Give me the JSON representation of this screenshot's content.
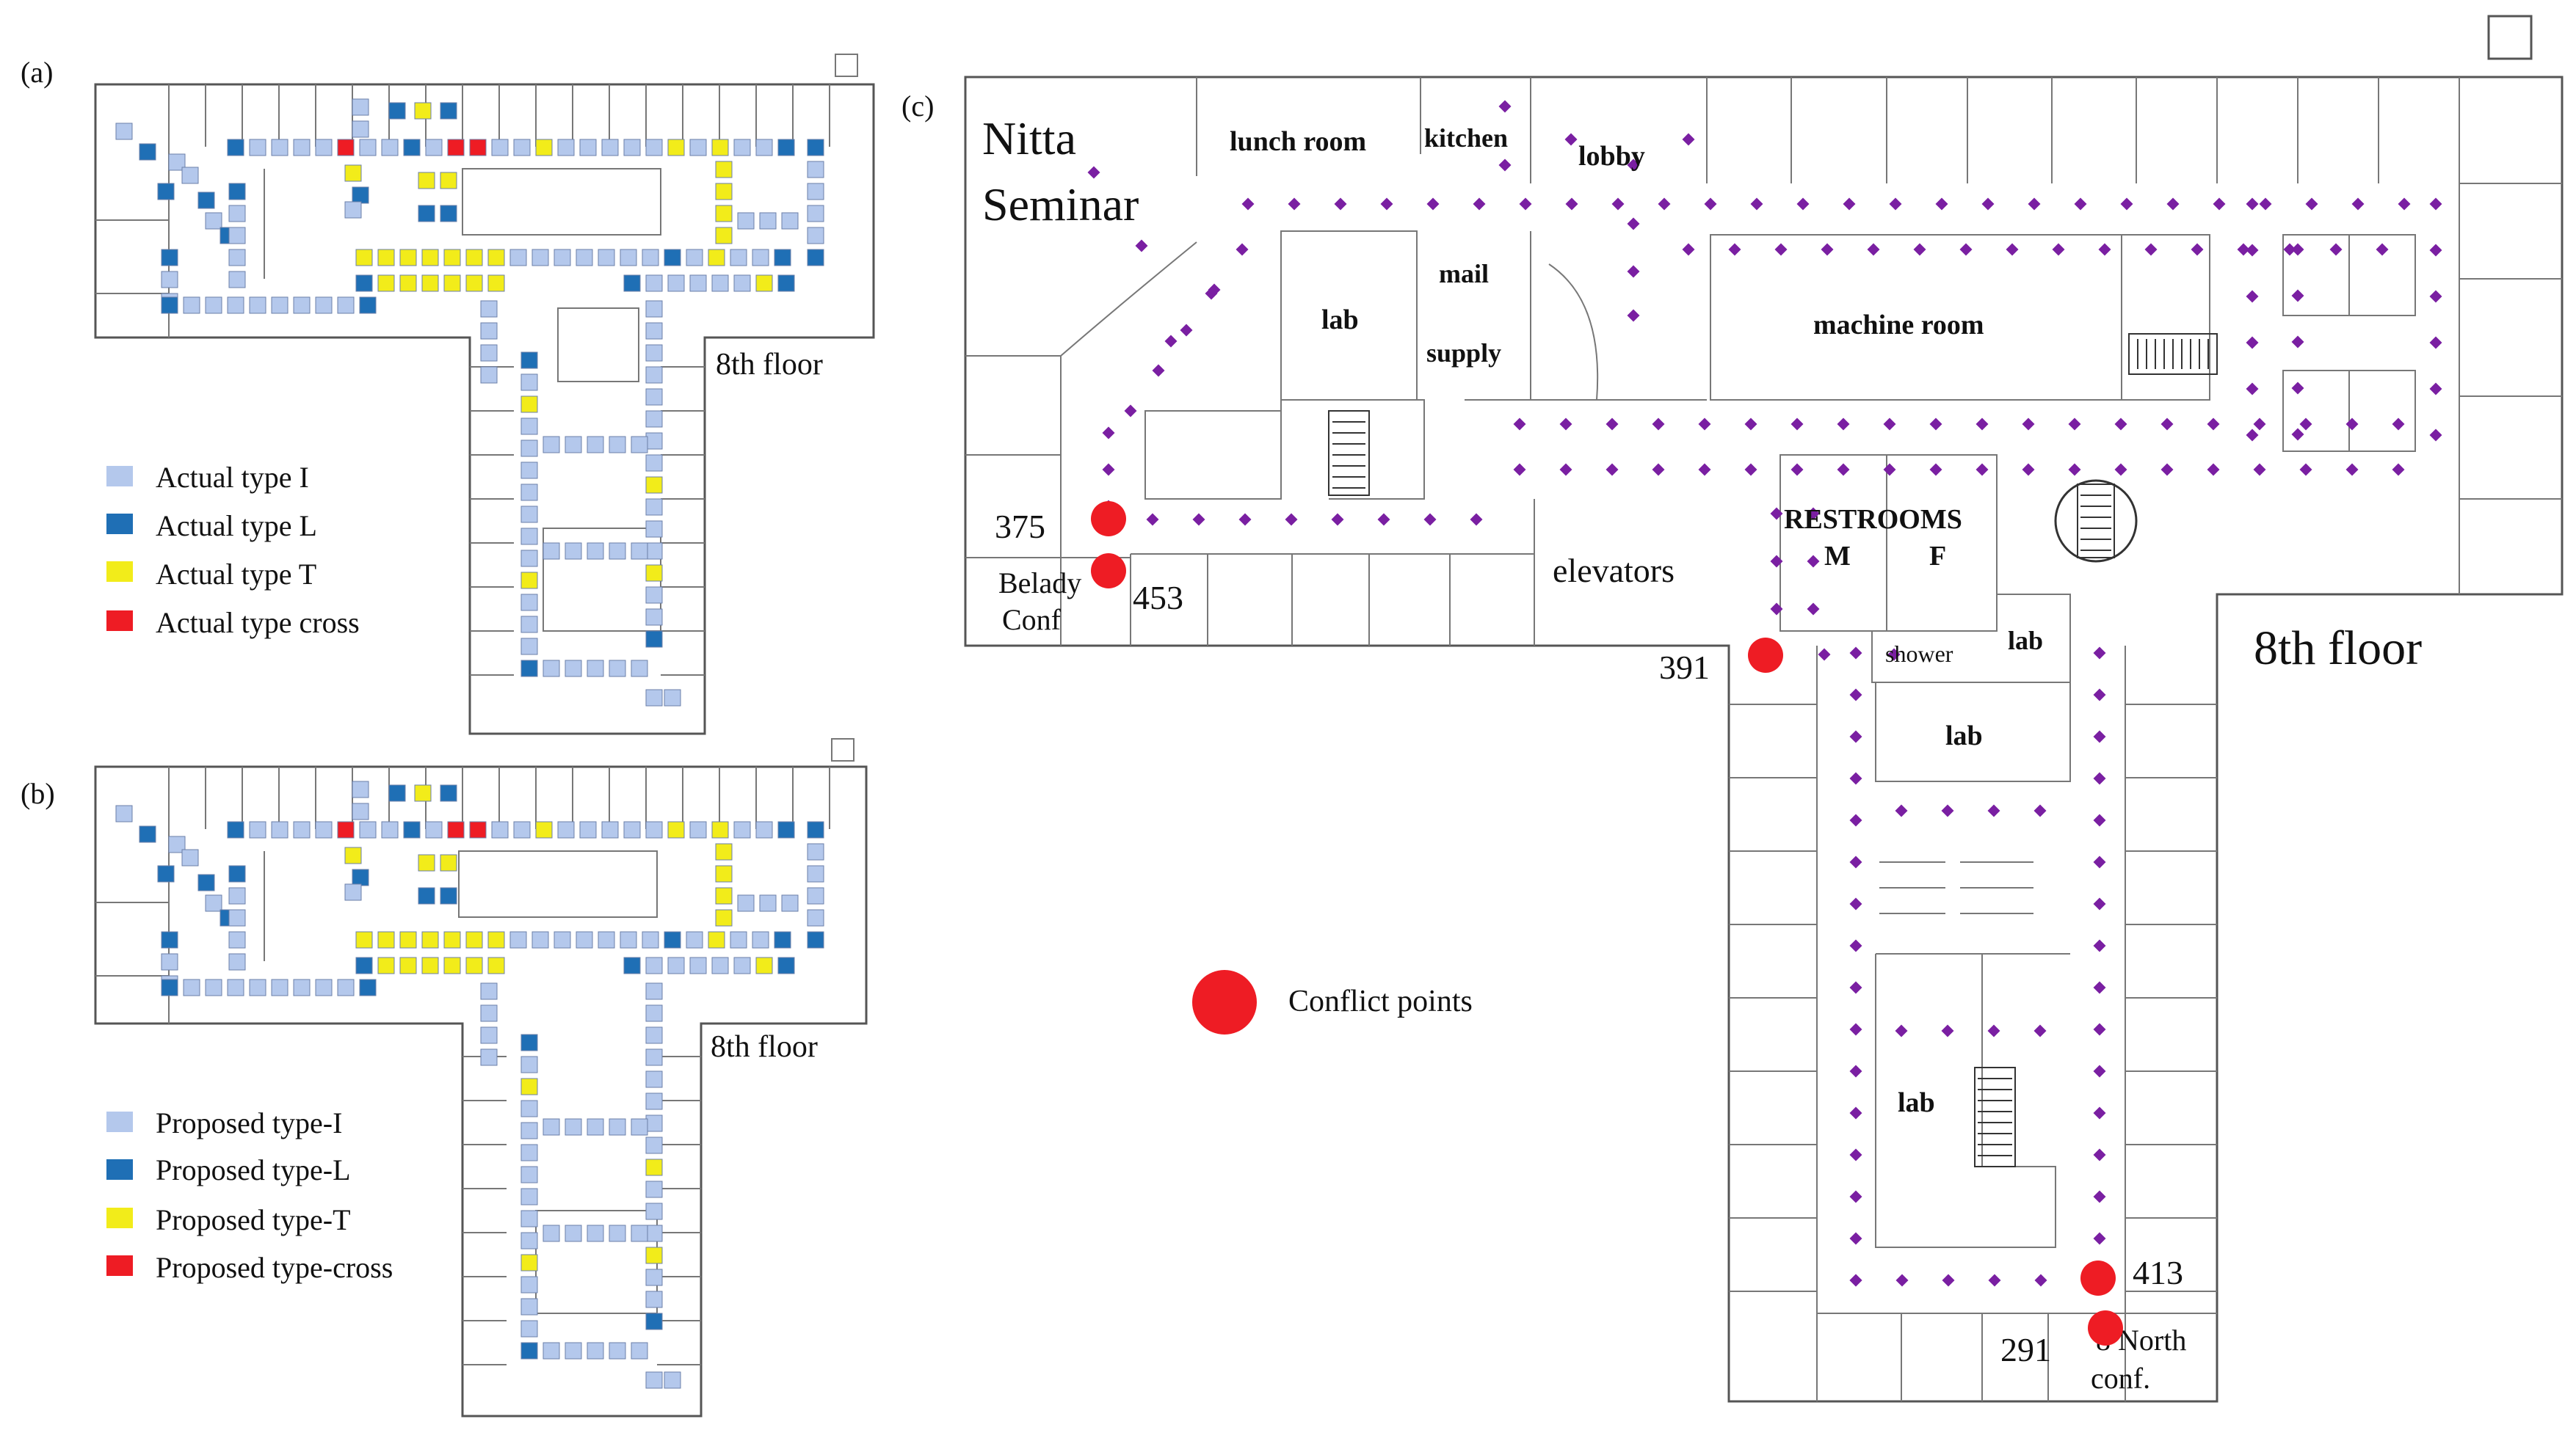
{
  "panel_a": {
    "tag": "(a)",
    "floor_label": "8th floor",
    "legend": [
      {
        "label": "Actual type I",
        "color": "#b4c8ec"
      },
      {
        "label": "Actual type  L",
        "color": "#1f6fb5"
      },
      {
        "label": "Actual type  T",
        "color": "#f2ec1a"
      },
      {
        "label": "Actual type  cross",
        "color": "#ee1c24"
      }
    ]
  },
  "panel_b": {
    "tag": "(b)",
    "floor_label": "8th  floor",
    "legend": [
      {
        "label": "Proposed type-I",
        "color": "#b4c8ec"
      },
      {
        "label": "Proposed type-L",
        "color": "#1f6fb5"
      },
      {
        "label": "Proposed type-T",
        "color": "#f2ec1a"
      },
      {
        "label": "Proposed type-cross",
        "color": "#ee1c24"
      }
    ]
  },
  "panel_c": {
    "tag": "(c)",
    "floor_label": "8th floor",
    "rooms": {
      "nitta_line1": "Nitta",
      "nitta_line2": "Seminar",
      "lunch_room": "lunch room",
      "kitchen": "kitchen",
      "lobby": "lobby",
      "mail": "mail",
      "supply": "supply",
      "lab_left": "lab",
      "machine_room": "machine room",
      "elevators": "elevators",
      "restrooms": "RESTROOMS",
      "restroom_m": "M",
      "restroom_f": "F",
      "shower": "shower",
      "lab_small": "lab",
      "lab_mid": "lab",
      "lab_wing": "lab",
      "belady_line1": "Belady",
      "belady_line2": "Conf",
      "north_line1": "8 North",
      "north_line2": "conf."
    },
    "room_numbers": {
      "n375": "375",
      "n453": "453",
      "n391": "391",
      "n413": "413",
      "n291": "291"
    },
    "legend_conflict": "Conflict points",
    "colors": {
      "conflict": "#ee1c24",
      "node": "#7a1fa2"
    }
  }
}
